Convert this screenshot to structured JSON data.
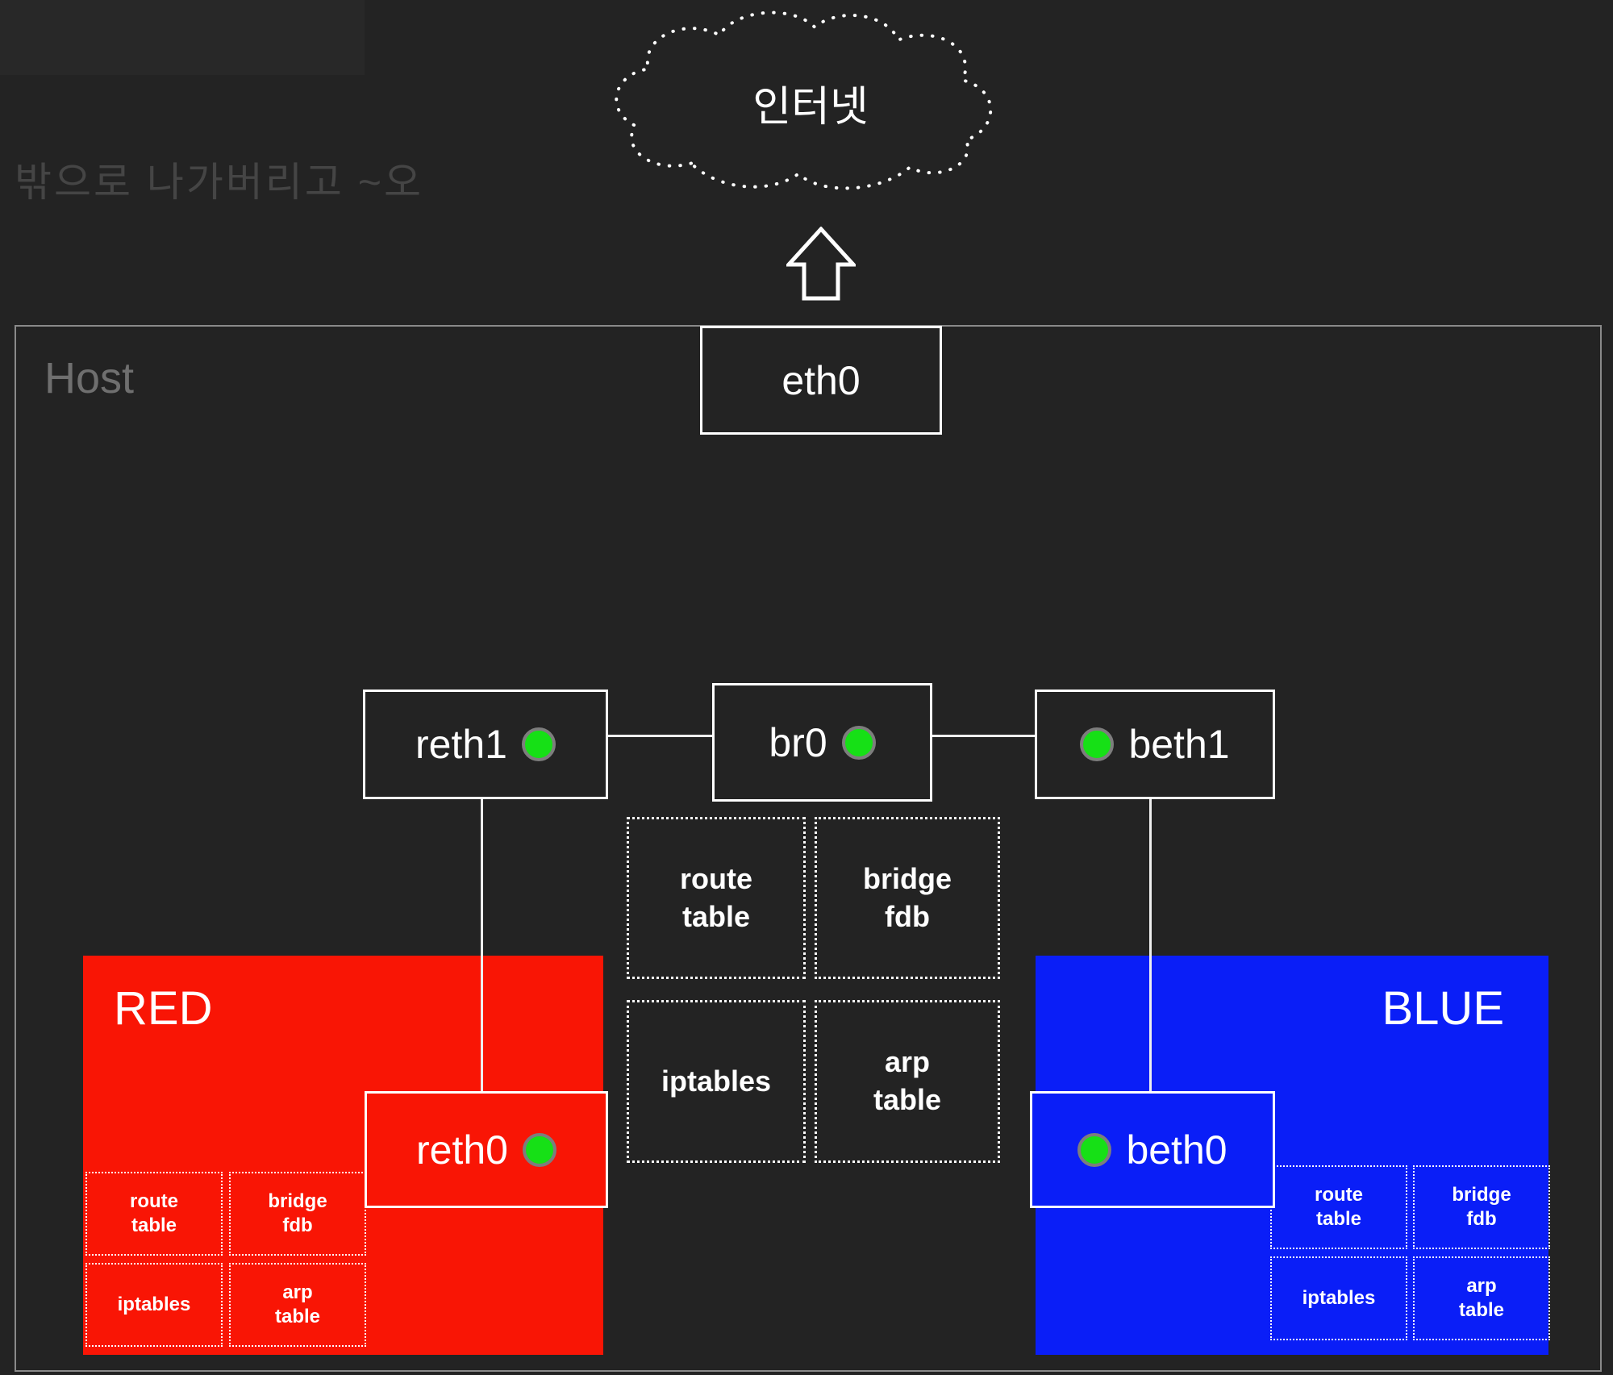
{
  "colors": {
    "background": "#232323",
    "red_namespace": "#f91505",
    "blue_namespace": "#0a1ef7",
    "led_green": "#16e016",
    "line_white": "#efefef"
  },
  "cloud": {
    "label": "인터넷"
  },
  "caption": {
    "text": "밖으로 나가버리고 ~오"
  },
  "host": {
    "label": "Host",
    "uplink_interface": {
      "label": "eth0"
    },
    "veth_row": {
      "reth1": {
        "label": "reth1"
      },
      "br0": {
        "label": "br0"
      },
      "beth1": {
        "label": "beth1"
      }
    },
    "tables": {
      "route_table": "route\ntable",
      "bridge_fdb": "bridge\nfdb",
      "iptables": "iptables",
      "arp_table": "arp\ntable"
    }
  },
  "red": {
    "label": "RED",
    "interface": {
      "label": "reth0"
    },
    "tables": {
      "route_table": "route\ntable",
      "bridge_fdb": "bridge\nfdb",
      "iptables": "iptables",
      "arp_table": "arp\ntable"
    }
  },
  "blue": {
    "label": "BLUE",
    "interface": {
      "label": "beth0"
    },
    "tables": {
      "route_table": "route\ntable",
      "bridge_fdb": "bridge\nfdb",
      "iptables": "iptables",
      "arp_table": "arp\ntable"
    }
  }
}
